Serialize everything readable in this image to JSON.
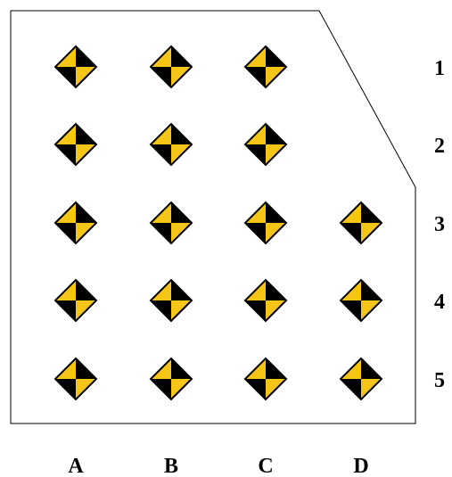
{
  "columns": [
    "A",
    "B",
    "C",
    "D"
  ],
  "rows": [
    "1",
    "2",
    "3",
    "4",
    "5"
  ],
  "markers": [
    {
      "col": "A",
      "row": "1"
    },
    {
      "col": "B",
      "row": "1"
    },
    {
      "col": "C",
      "row": "1"
    },
    {
      "col": "A",
      "row": "2"
    },
    {
      "col": "B",
      "row": "2"
    },
    {
      "col": "C",
      "row": "2"
    },
    {
      "col": "A",
      "row": "3"
    },
    {
      "col": "B",
      "row": "3"
    },
    {
      "col": "C",
      "row": "3"
    },
    {
      "col": "D",
      "row": "3"
    },
    {
      "col": "A",
      "row": "4"
    },
    {
      "col": "B",
      "row": "4"
    },
    {
      "col": "C",
      "row": "4"
    },
    {
      "col": "D",
      "row": "4"
    },
    {
      "col": "A",
      "row": "5"
    },
    {
      "col": "B",
      "row": "5"
    },
    {
      "col": "C",
      "row": "5"
    },
    {
      "col": "D",
      "row": "5"
    }
  ],
  "marker_icon": "crash-test-target-icon",
  "colors": {
    "marker_fill": "#f5c518",
    "marker_dark": "#000000",
    "outline": "#000000",
    "background": "#ffffff"
  }
}
